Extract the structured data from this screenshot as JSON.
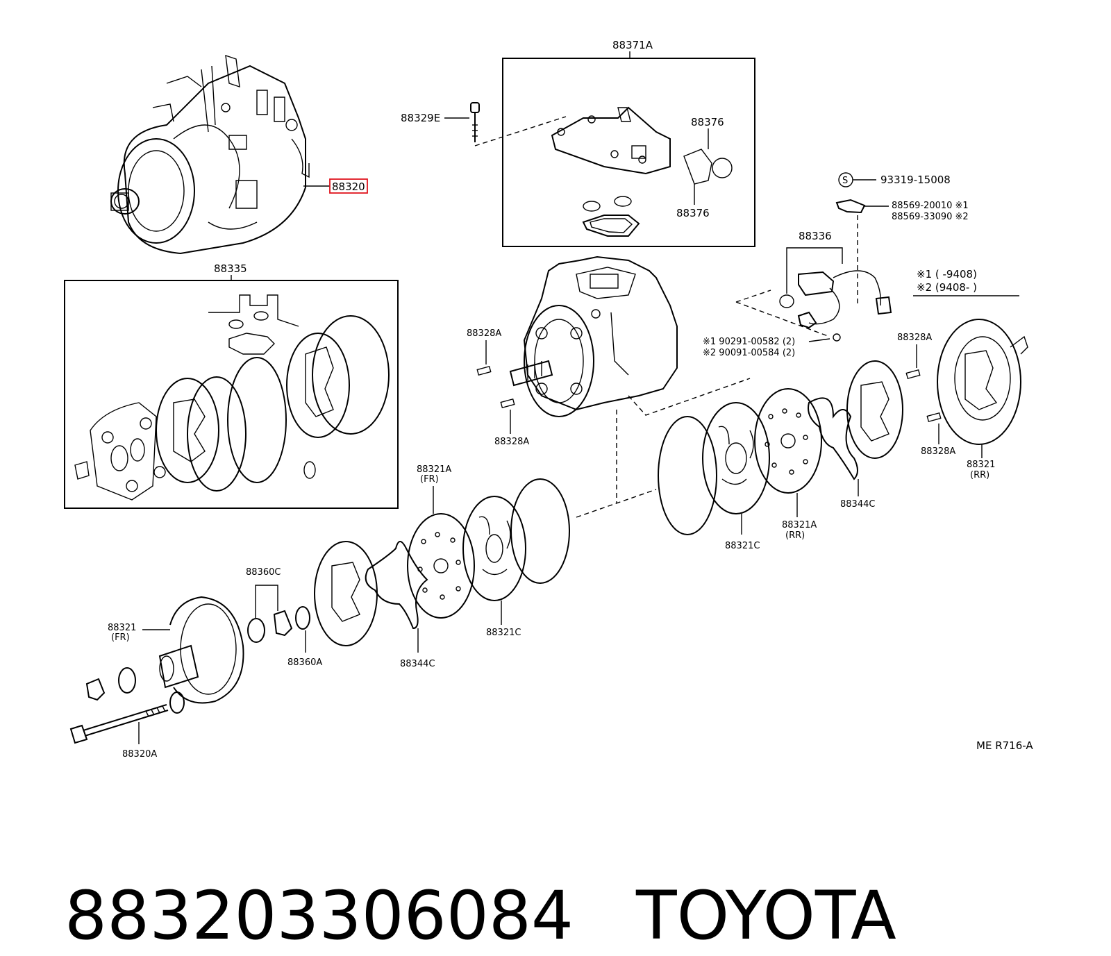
{
  "caption": {
    "part_number": "88320-3306084",
    "part_number_display": "883203306084",
    "brand": "TOYOTA"
  },
  "diagram_ref": "ME R716-A",
  "highlighted_part": "88320",
  "colors": {
    "highlight": "#e0141e",
    "ink": "#000000",
    "background": "#ffffff"
  },
  "labels": {
    "p88371A": "88371A",
    "p88329E": "88329E",
    "p88376_top": "88376",
    "p88376_bottom": "88376",
    "p93319": "93319-15008",
    "p93319_marker": "S",
    "p88569_1": "88569-20010 ※1",
    "p88569_2": "88569-33090 ※2",
    "p88336": "88336",
    "note1": "※1 (      -9408)",
    "note2": "※2 (9408-       )",
    "p88335": "88335",
    "p88328A_1": "88328A",
    "p88328A_2": "88328A",
    "p90291": "※1 90291-00582 (2)",
    "p90091": "※2 90091-00584 (2)",
    "p88328A_3": "88328A",
    "p88328A_4": "88328A",
    "p88321_rr": "88321",
    "p88321_rr_sub": "(RR)",
    "p88344C_r": "88344C",
    "p88321A_rr": "88321A",
    "p88321A_rr_sub": "(RR)",
    "p88321C_r": "88321C",
    "p88321A_fr": "88321A",
    "p88321A_fr_sub": "(FR)",
    "p88360C": "88360C",
    "p88321_fr": "88321",
    "p88321_fr_sub": "(FR)",
    "p88360A": "88360A",
    "p88344C_l": "88344C",
    "p88321C_l": "88321C",
    "p88320A": "88320A"
  }
}
